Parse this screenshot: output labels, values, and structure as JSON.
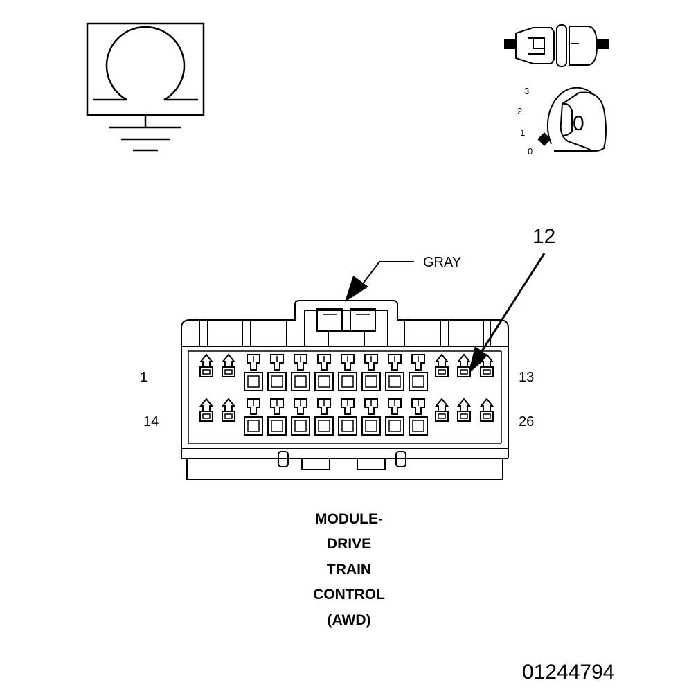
{
  "diagram": {
    "connector_color": "GRAY",
    "callout_pin": "12",
    "pin_labels": {
      "row1_first": "1",
      "row1_last": "13",
      "row2_first": "14",
      "row2_last": "26"
    },
    "ignition_positions": [
      "3",
      "2",
      "1",
      "0"
    ],
    "ignition_key_symbol": "0",
    "title_lines": [
      "MODULE-",
      "DRIVE",
      "TRAIN",
      "CONTROL",
      "(AWD)"
    ],
    "figure_number": "01244794",
    "icons": [
      "ground-ohm-symbol-icon",
      "connector-test-probe-icon",
      "ignition-switch-key-icon"
    ]
  }
}
